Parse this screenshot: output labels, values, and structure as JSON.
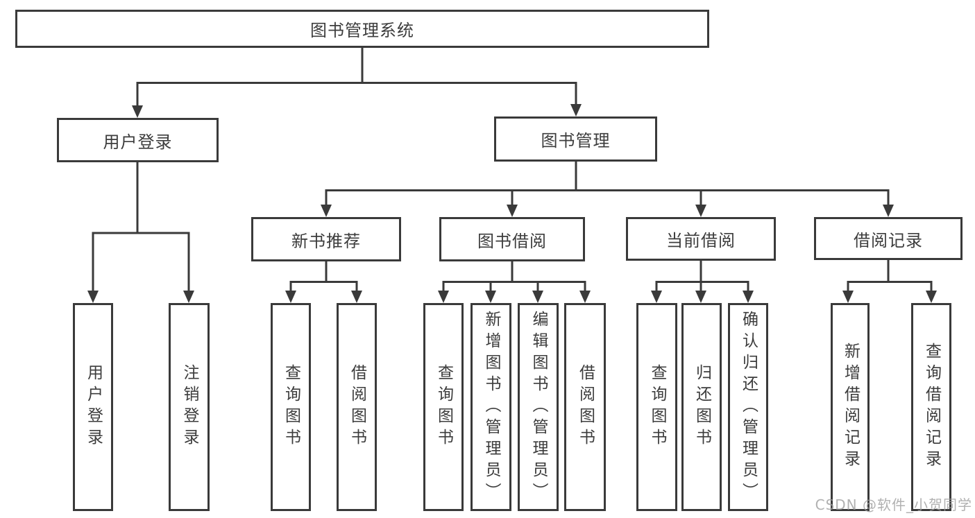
{
  "tree": {
    "root": {
      "label": "图书管理系统",
      "children": [
        {
          "label": "用户登录",
          "children": [
            {
              "label": "用户登录"
            },
            {
              "label": "注销登录"
            }
          ]
        },
        {
          "label": "图书管理",
          "children": [
            {
              "label": "新书推荐",
              "children": [
                {
                  "label": "查询图书"
                },
                {
                  "label": "借阅图书"
                }
              ]
            },
            {
              "label": "图书借阅",
              "children": [
                {
                  "label": "查询图书"
                },
                {
                  "label": "新增图书（管理员）"
                },
                {
                  "label": "编辑图书（管理员）"
                },
                {
                  "label": "借阅图书"
                }
              ]
            },
            {
              "label": "当前借阅",
              "children": [
                {
                  "label": "查询图书"
                },
                {
                  "label": "归还图书"
                },
                {
                  "label": "确认归还（管理员）"
                }
              ]
            },
            {
              "label": "借阅记录",
              "children": [
                {
                  "label": "新增借阅记录"
                },
                {
                  "label": "查询借阅记录"
                }
              ]
            }
          ]
        }
      ]
    }
  },
  "watermark": {
    "text": "CSDN @软件_小贺同学"
  },
  "colors": {
    "line": "#3a3a3a",
    "text": "#3c3c3c",
    "watermark": "#9e9e9e"
  }
}
